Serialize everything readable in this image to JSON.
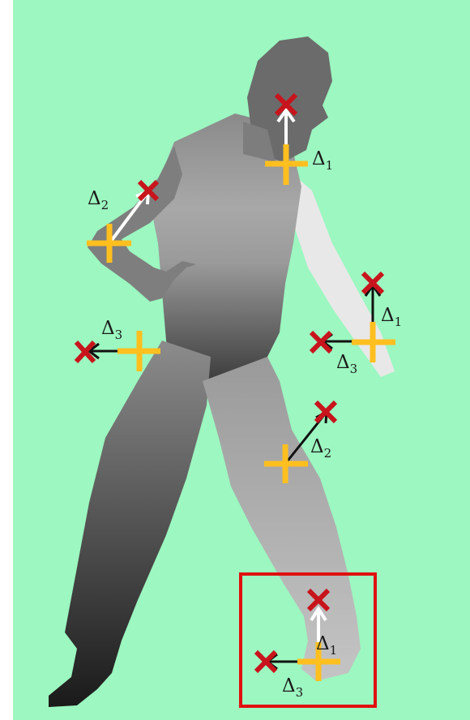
{
  "labels": {
    "d1": {
      "symbol": "Δ",
      "sub": "1"
    },
    "d2": {
      "symbol": "Δ",
      "sub": "2"
    },
    "d3": {
      "symbol": "Δ",
      "sub": "3"
    }
  },
  "colors": {
    "background": "#9cf7c0",
    "plus_marker": "#ffbf1f",
    "cross_marker": "#c8141c",
    "arrow_dark": "#111111",
    "arrow_light": "#ffffff",
    "highlight_box": "#e01010"
  }
}
